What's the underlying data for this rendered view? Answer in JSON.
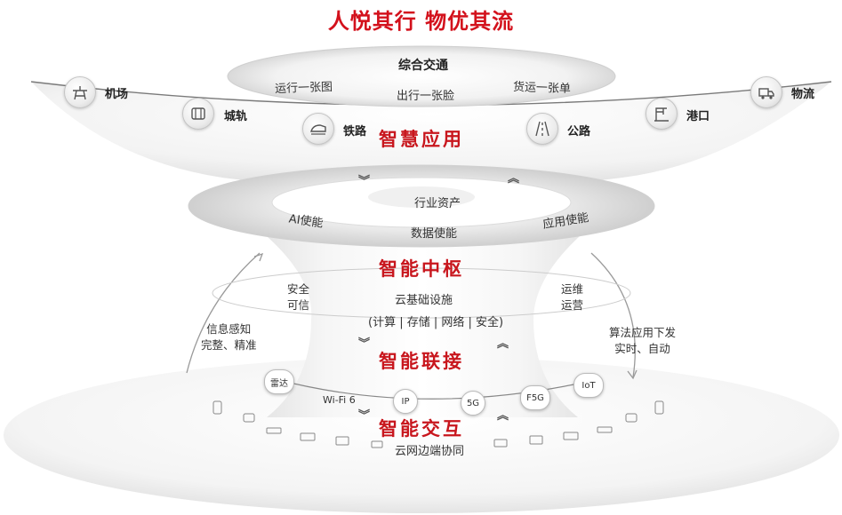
{
  "title": "人悦其行 物优其流",
  "top_layer": {
    "center_title": "综合交通",
    "items": [
      "运行一张图",
      "出行一张脸",
      "货运一张单"
    ],
    "scenarios": [
      {
        "label": "机场",
        "icon": "airport-icon"
      },
      {
        "label": "城轨",
        "icon": "metro-icon"
      },
      {
        "label": "铁路",
        "icon": "train-icon"
      },
      {
        "label": "公路",
        "icon": "highway-icon"
      },
      {
        "label": "港口",
        "icon": "port-icon"
      },
      {
        "label": "物流",
        "icon": "truck-icon"
      }
    ]
  },
  "layers": {
    "smart_app": "智慧应用",
    "smart_hub": "智能中枢",
    "smart_connect": "智能联接",
    "smart_interact": "智能交互"
  },
  "hub_ring": {
    "center": "行业资产",
    "left": "AI使能",
    "middle": "数据使能",
    "right": "应用使能"
  },
  "cloud": {
    "title": "云基础设施",
    "detail": "(计算 | 存储 | 网络 | 安全)"
  },
  "side_labels": {
    "security": [
      "安全",
      "可信"
    ],
    "ops": [
      "运维",
      "运营"
    ],
    "perception": [
      "信息感知",
      "完整、精准"
    ],
    "algorithm": [
      "算法应用下发",
      "实时、自动"
    ]
  },
  "connect_nodes": [
    "雷达",
    "Wi-Fi 6",
    "IP",
    "5G",
    "F5G",
    "IoT"
  ],
  "edge": "云网边端协同",
  "colors": {
    "accent": "#c8161d",
    "title": "#d3111c"
  }
}
